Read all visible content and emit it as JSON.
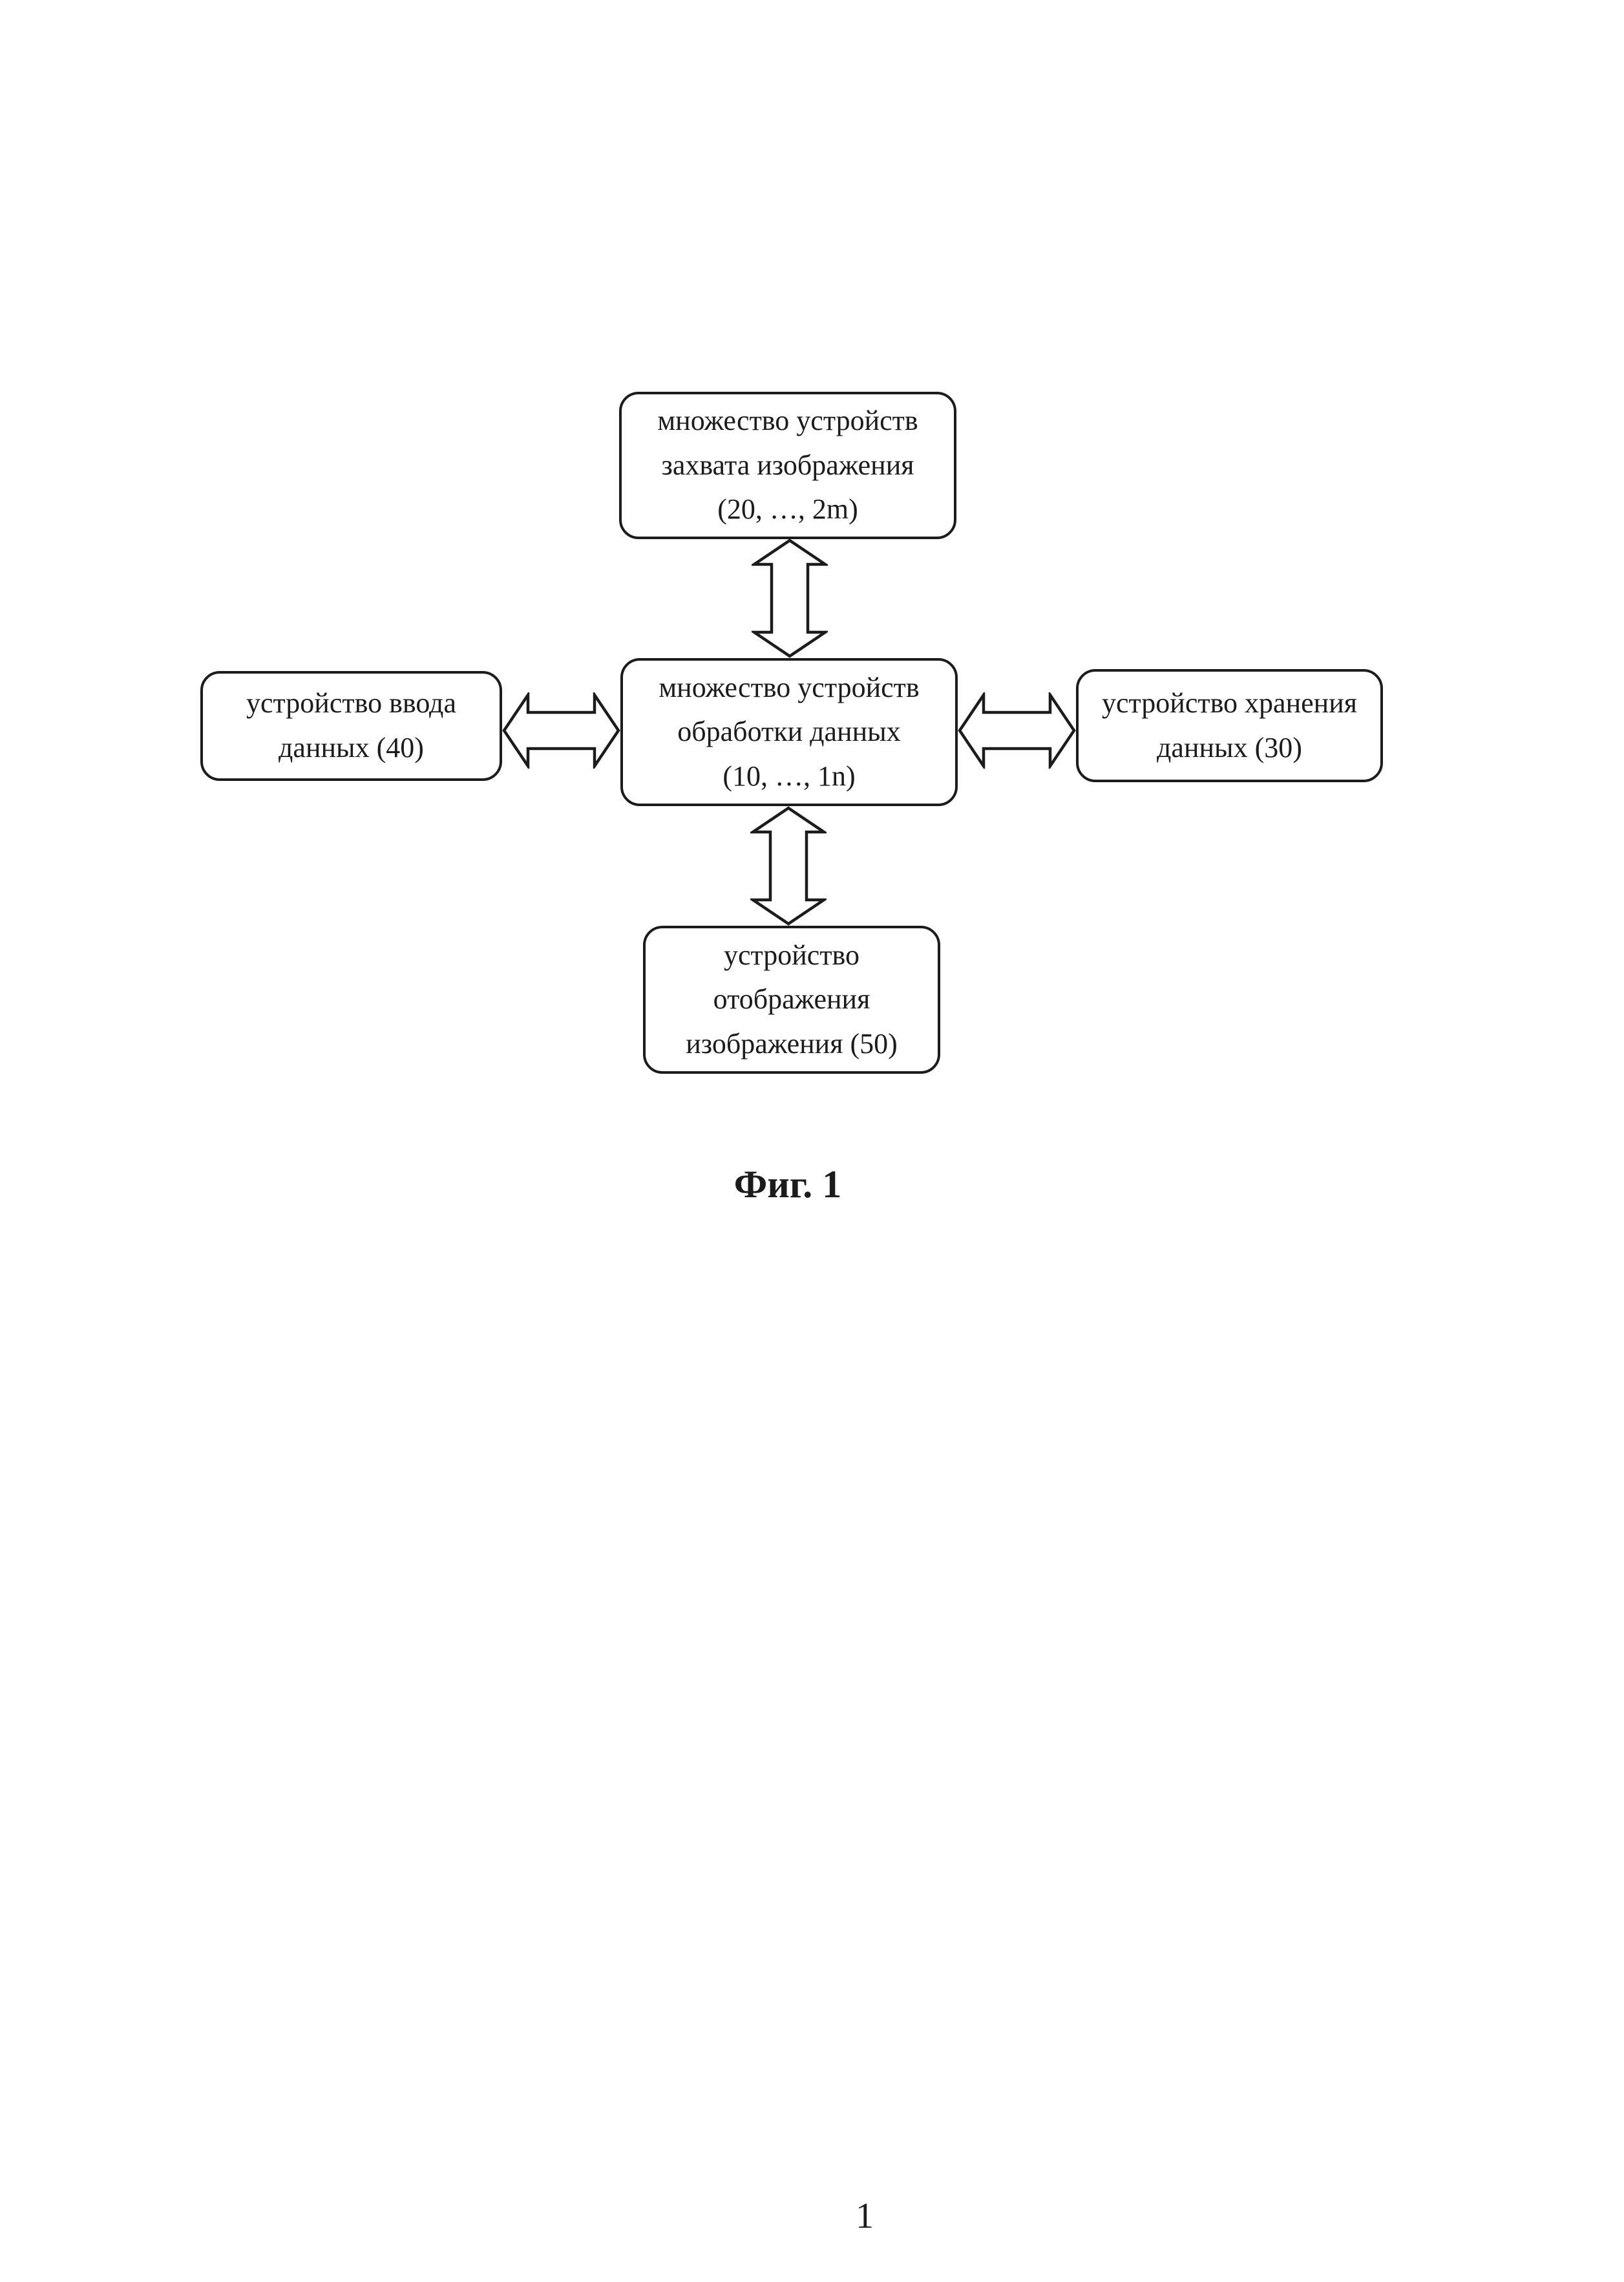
{
  "figure": {
    "caption": "Фиг. 1",
    "page_number": "1"
  },
  "diagram": {
    "boxes": {
      "capture": {
        "text": "множество устройств\nзахвата изображения\n(20, …, 2m)"
      },
      "processing": {
        "text": "множество устройств\nобработки данных\n(10, …, 1n)"
      },
      "input": {
        "text": "устройство ввода\nданных (40)"
      },
      "storage": {
        "text": "устройство хранения\nданных (30)"
      },
      "display": {
        "text": "устройство\nотображения\nизображения (50)"
      }
    },
    "arrows": [
      {
        "from": "capture",
        "to": "processing",
        "direction": "bidirectional"
      },
      {
        "from": "input",
        "to": "processing",
        "direction": "bidirectional"
      },
      {
        "from": "processing",
        "to": "storage",
        "direction": "bidirectional"
      },
      {
        "from": "processing",
        "to": "display",
        "direction": "bidirectional"
      }
    ]
  },
  "colors": {
    "ink": "#1c1c1c",
    "paper": "#ffffff"
  }
}
